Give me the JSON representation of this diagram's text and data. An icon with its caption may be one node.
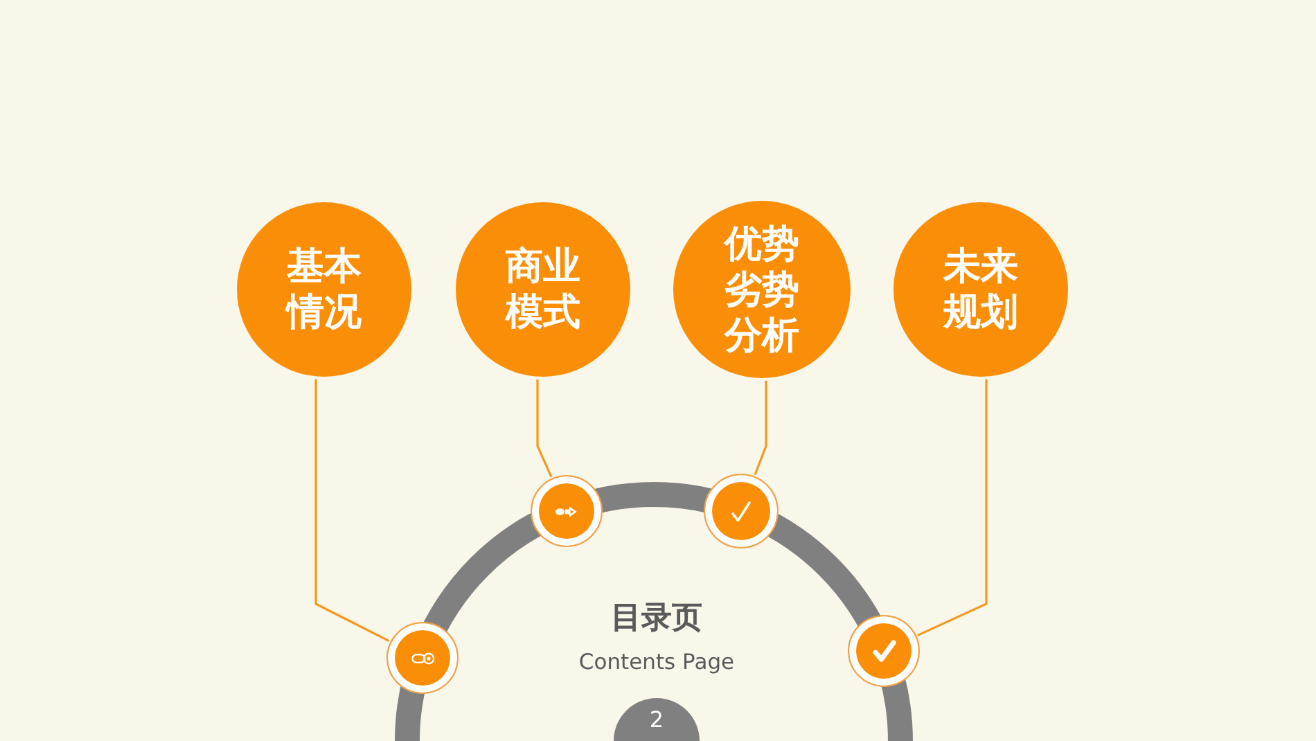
{
  "diagram": {
    "title": "目录页",
    "nodes": [
      {
        "text": [
          "基本情况"
        ]
      },
      {
        "text": [
          "商业模式"
        ]
      },
      {
        "text": [
          "优势劣势分析"
        ]
      },
      {
        "text": [
          "未来规划"
        ]
      },
      {
        "text": [],
        "shape": "circle"
      },
      {
        "text": [],
        "shape": "circle"
      },
      {
        "text": [],
        "shape": "circle"
      },
      {
        "text": [],
        "shape": "circle"
      },
      {
        "text": [
          "2"
        ]
      }
    ],
    "edges": [
      {
        "from": 0,
        "to": 4,
        "arrow": "none"
      },
      {
        "from": 1,
        "to": 5,
        "arrow": "none"
      },
      {
        "from": 2,
        "to": 6,
        "arrow": "none"
      },
      {
        "from": 3,
        "to": 7,
        "arrow": "none"
      }
    ],
    "labels": [
      "Contents Page"
    ]
  }
}
